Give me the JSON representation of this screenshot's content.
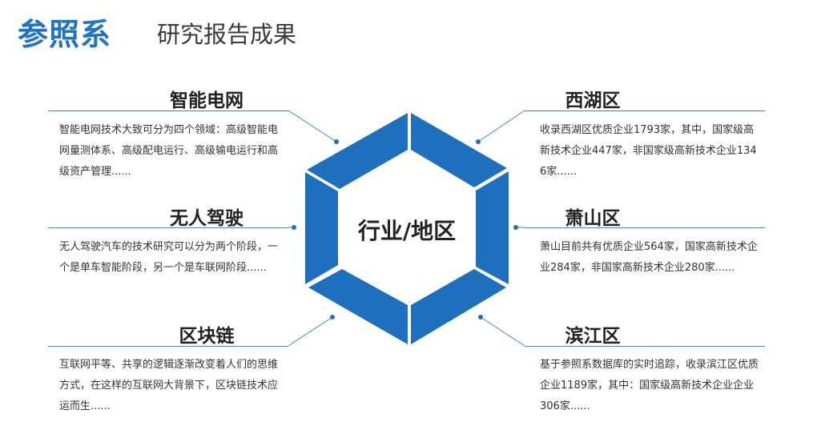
{
  "header": {
    "brand": "参照系",
    "subtitle": "研究报告成果",
    "brand_color": "#1f74c4"
  },
  "center": {
    "label": "行业/地区",
    "hex_color": "#1f6fbf",
    "line_color": "#4a86c5"
  },
  "left_panels": [
    {
      "title": "智能电网",
      "text": "智能电网技术大致可分为四个领域：高级智能电网量测体系、高级配电运行、高级输电运行和高级资产管理......"
    },
    {
      "title": "无人驾驶",
      "text": "无人驾驶汽车的技术研究可以分为两个阶段，一个是单车智能阶段，另一个是车联网阶段......"
    },
    {
      "title": "区块链",
      "text": "互联网平等、共享的逻辑逐渐改变着人们的思维方式，在这样的互联网大背景下，区块链技术应运而生......"
    }
  ],
  "right_panels": [
    {
      "title": "西湖区",
      "text": "收录西湖区优质企业1793家，其中，国家级高新技术企业447家，非国家级高新技术企业1346家......"
    },
    {
      "title": "萧山区",
      "text": "萧山目前共有优质企业564家，国家高新技术企业284家，非国家高新技术企业280家......"
    },
    {
      "title": "滨江区",
      "text": "基于参照系数据库的实时追踪，收录滨江区优质企业1189家，其中：国家级高新技术企业企业306家......"
    }
  ]
}
